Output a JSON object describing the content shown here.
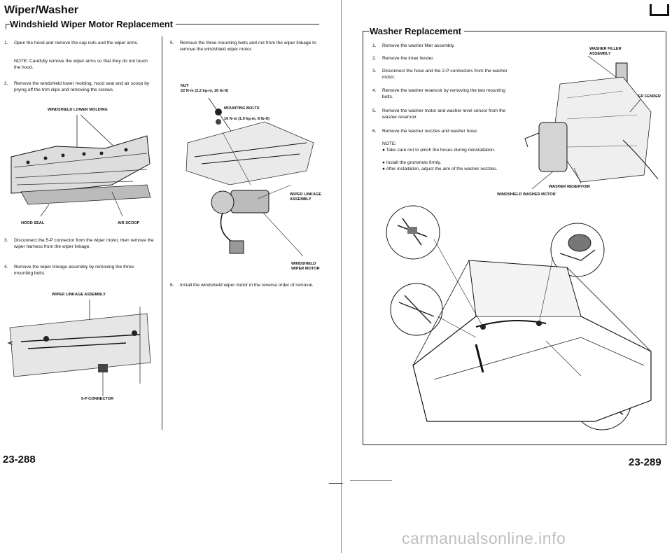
{
  "left_page": {
    "header": "Wiper/Washer",
    "section_title": "Windshield Wiper Motor Replacement",
    "steps": [
      {
        "num": "1.",
        "text": "Open the hood and remove the cap nuts and the wiper arms."
      },
      {
        "num": "",
        "text": "NOTE: Carefully remove the wiper arms so that they do not touch the hood."
      },
      {
        "num": "2.",
        "text": "Remove the windshield lower molding, hood seal and air scoop by prying off the trim clips and removing the screws."
      },
      {
        "num": "3.",
        "text": "Disconnect the 5-P connector from the wiper motor, then remove the wiper harness from the wiper linkage."
      },
      {
        "num": "4.",
        "text": "Remove the wiper linkage assembly by removing the three mounting bolts."
      }
    ],
    "steps_right": [
      {
        "num": "5.",
        "text": "Remove the three mounting bolts and nut from the wiper linkage to remove the windshield wiper motor."
      },
      {
        "num": "6.",
        "text": "Install the windshield wiper motor in the reverse order of removal."
      }
    ],
    "labels": {
      "molding": "WINDSHIELD LOWER MOLDING",
      "hood_seal": "HOOD SEAL",
      "air_scoop": "AIR SCOOP",
      "linkage_asm": "WIPER LINKAGE ASSEMBLY",
      "connector": "5-P CONNECTOR",
      "nut": "NUT",
      "nut_torque": "22 N·m (2.2 kg-m, 16 lb-ft)",
      "mounting_bolts": "MOUNTING BOLTS",
      "bolt_torque": "10 N·m (1.0 kg-m, 8 lb-ft)",
      "wiper_linkage": "WIPER LINKAGE ASSEMBLY",
      "wiper_motor": "WINDSHIELD WIPER MOTOR"
    },
    "page_number": "23-288"
  },
  "right_page": {
    "section_title": "Washer Replacement",
    "steps": [
      {
        "num": "1.",
        "text": "Remove the washer filler assembly."
      },
      {
        "num": "2.",
        "text": "Remove the inner fender."
      },
      {
        "num": "3.",
        "text": "Disconnect the hose and the 2-P connectors from the washer motor."
      },
      {
        "num": "4.",
        "text": "Remove the washer reservoir by removing the two mounting bolts."
      },
      {
        "num": "5.",
        "text": "Remove the washer motor and washer level sensor from the washer reservoir."
      },
      {
        "num": "6.",
        "text": "Remove the washer nozzles and washer hose."
      }
    ],
    "note_title": "NOTE:",
    "notes": [
      "Take care not to pinch the hoses during reinstallation.",
      "Install the grommets firmly.",
      "After installation, adjust the aim of the washer nozzles."
    ],
    "labels": {
      "filler": "WASHER FILLER ASSEMBLY",
      "inner_fender": "INNER FENDER",
      "reservoir": "WASHER RESERVOIR",
      "motor": "WINDSHIELD WASHER MOTOR"
    },
    "page_number": "23-289"
  },
  "watermark": "carmanualsonline.info"
}
